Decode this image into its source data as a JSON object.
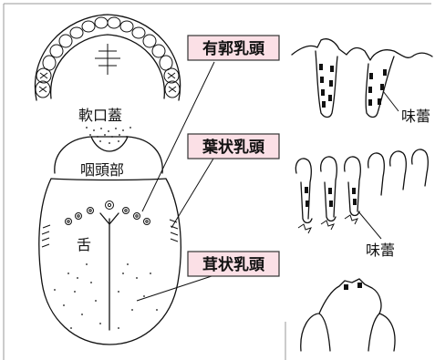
{
  "labels": {
    "soft_palate": "軟口蓋",
    "pharynx": "咽頭部",
    "tongue": "舌",
    "circumvallate": "有郭乳頭",
    "foliate": "葉状乳頭",
    "fungiform": "茸状乳頭",
    "taste_bud_1": "味蕾",
    "taste_bud_2": "味蕾"
  },
  "colors": {
    "label_fill": "#fbe0e6",
    "line": "#111111",
    "frame": "#888888"
  }
}
